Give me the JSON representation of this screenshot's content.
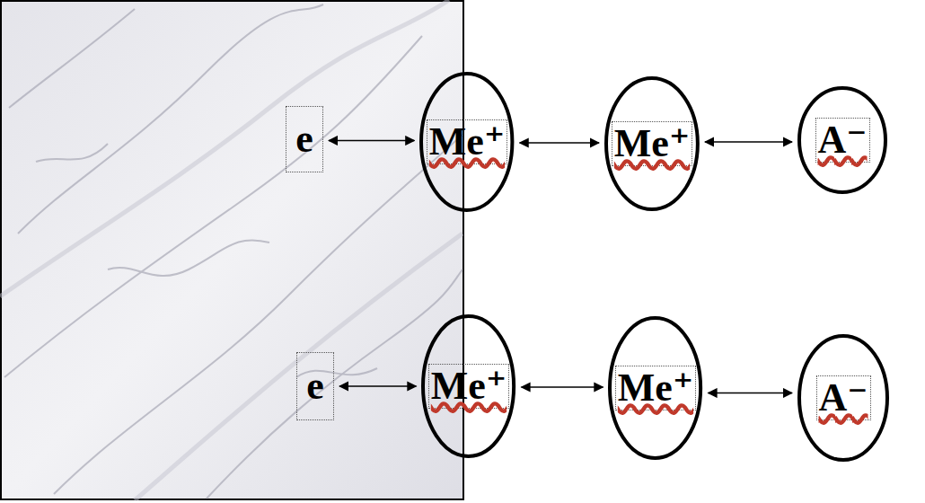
{
  "diagram": {
    "nodes": [
      {
        "text": [
          "e"
        ]
      },
      {
        "text": [
          "Me⁺"
        ]
      },
      {
        "text": [
          "Me⁺"
        ]
      },
      {
        "text": [
          "A⁻"
        ]
      },
      {
        "text": [
          "e"
        ]
      },
      {
        "text": [
          "Me⁺"
        ]
      },
      {
        "text": [
          "Me⁺"
        ]
      },
      {
        "text": [
          "A⁻"
        ]
      }
    ],
    "edges": [
      {
        "from": 0,
        "to": 1,
        "arrow": "both"
      },
      {
        "from": 1,
        "to": 2,
        "arrow": "both"
      },
      {
        "from": 2,
        "to": 3,
        "arrow": "both"
      },
      {
        "from": 4,
        "to": 5,
        "arrow": "both"
      },
      {
        "from": 5,
        "to": 6,
        "arrow": "both"
      },
      {
        "from": 6,
        "to": 7,
        "arrow": "both"
      }
    ]
  }
}
